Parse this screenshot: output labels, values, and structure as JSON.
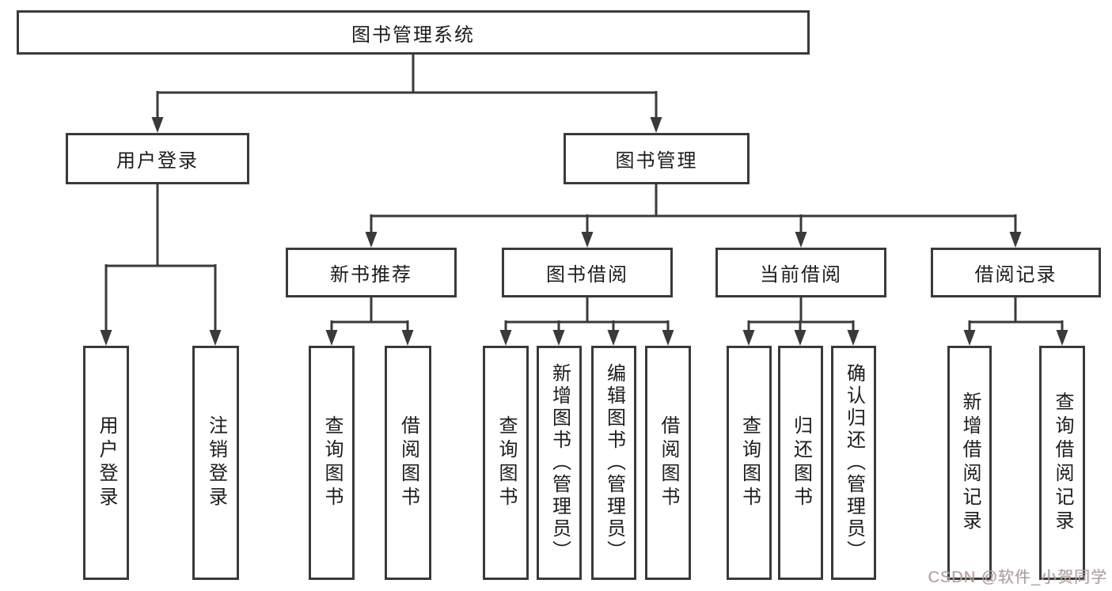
{
  "title": "图书管理系统",
  "watermark": "CSDN @软件_小贺同学",
  "colors": {
    "line": "#3a3a3a",
    "text": "#1c1c1c",
    "background": "#ffffff",
    "watermark": "#a9a2a2"
  },
  "tree": {
    "root": "图书管理系统",
    "branches": [
      {
        "label": "用户登录",
        "children": [
          "用户登录",
          "注销登录"
        ]
      },
      {
        "label": "图书管理",
        "sections": [
          {
            "label": "新书推荐",
            "children": [
              "查询图书",
              "借阅图书"
            ]
          },
          {
            "label": "图书借阅",
            "children": [
              "查询图书",
              "新增图书（管理员）",
              "编辑图书（管理员）",
              "借阅图书"
            ]
          },
          {
            "label": "当前借阅",
            "children": [
              "查询图书",
              "归还图书",
              "确认归还（管理员）"
            ]
          },
          {
            "label": "借阅记录",
            "children": [
              "新增借阅记录",
              "查询借阅记录"
            ]
          }
        ]
      }
    ]
  }
}
